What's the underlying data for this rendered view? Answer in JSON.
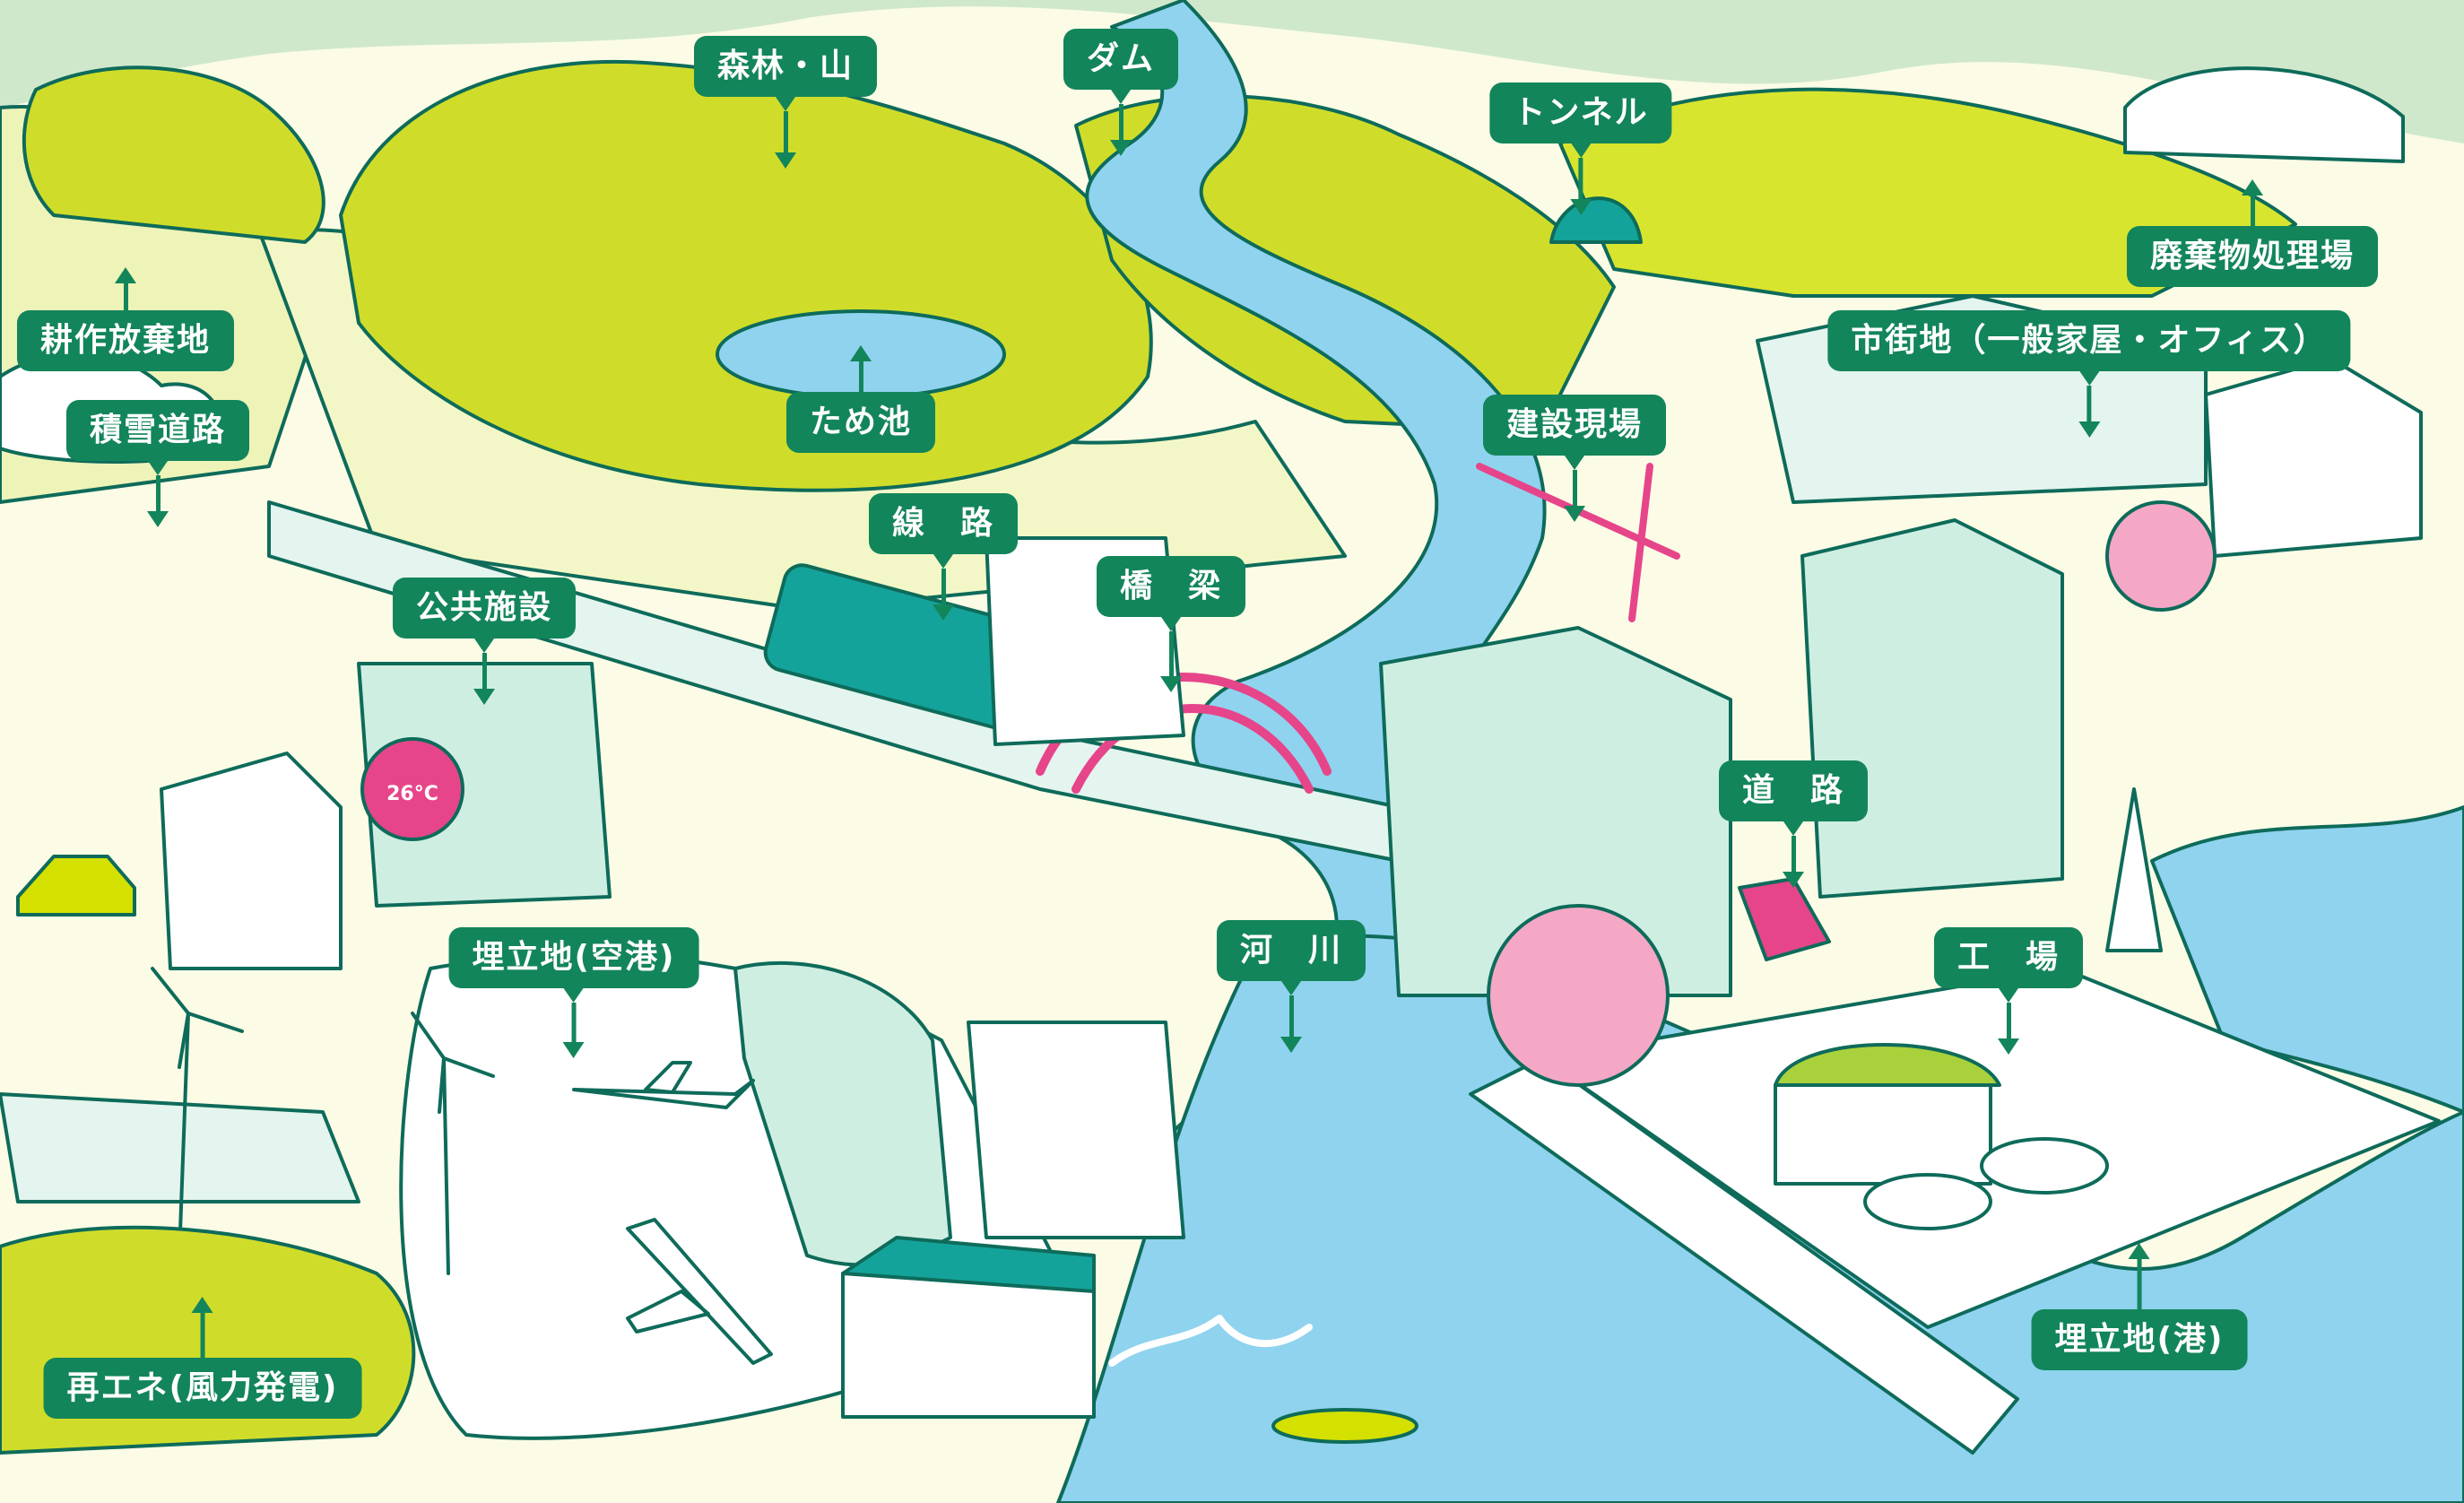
{
  "colors": {
    "label_bg": "#13855b",
    "label_text": "#ffffff",
    "sea": "#8fd3ef",
    "hill_green": "#d4e000",
    "dark_green": "#a9d13c",
    "teal_building": "#14a39a",
    "mint_building": "#cfeee2",
    "magenta_accent": "#e6458a",
    "ground_cream": "#fbfbe6",
    "line_color": "#0e6b5a"
  },
  "labels": {
    "forest_mountain": "森林・山",
    "dam": "ダム",
    "tunnel": "トンネル",
    "waste_plant": "廃棄物処理場",
    "abandoned_farmland": "耕作放棄地",
    "snowy_road": "積雪道路",
    "pond": "ため池",
    "city_area": "市街地（一般家屋・オフィス）",
    "construction_site": "建設現場",
    "railway": "線　路",
    "bridge": "橋　梁",
    "public_facility": "公共施設",
    "road": "道　路",
    "reclaimed_airport": "埋立地(空港)",
    "river": "河　川",
    "factory": "工　場",
    "renewable_wind": "再エネ(風力発電)",
    "reclaimed_port": "埋立地(港)"
  },
  "inset_display": {
    "thermostat_reading": "26°C"
  }
}
